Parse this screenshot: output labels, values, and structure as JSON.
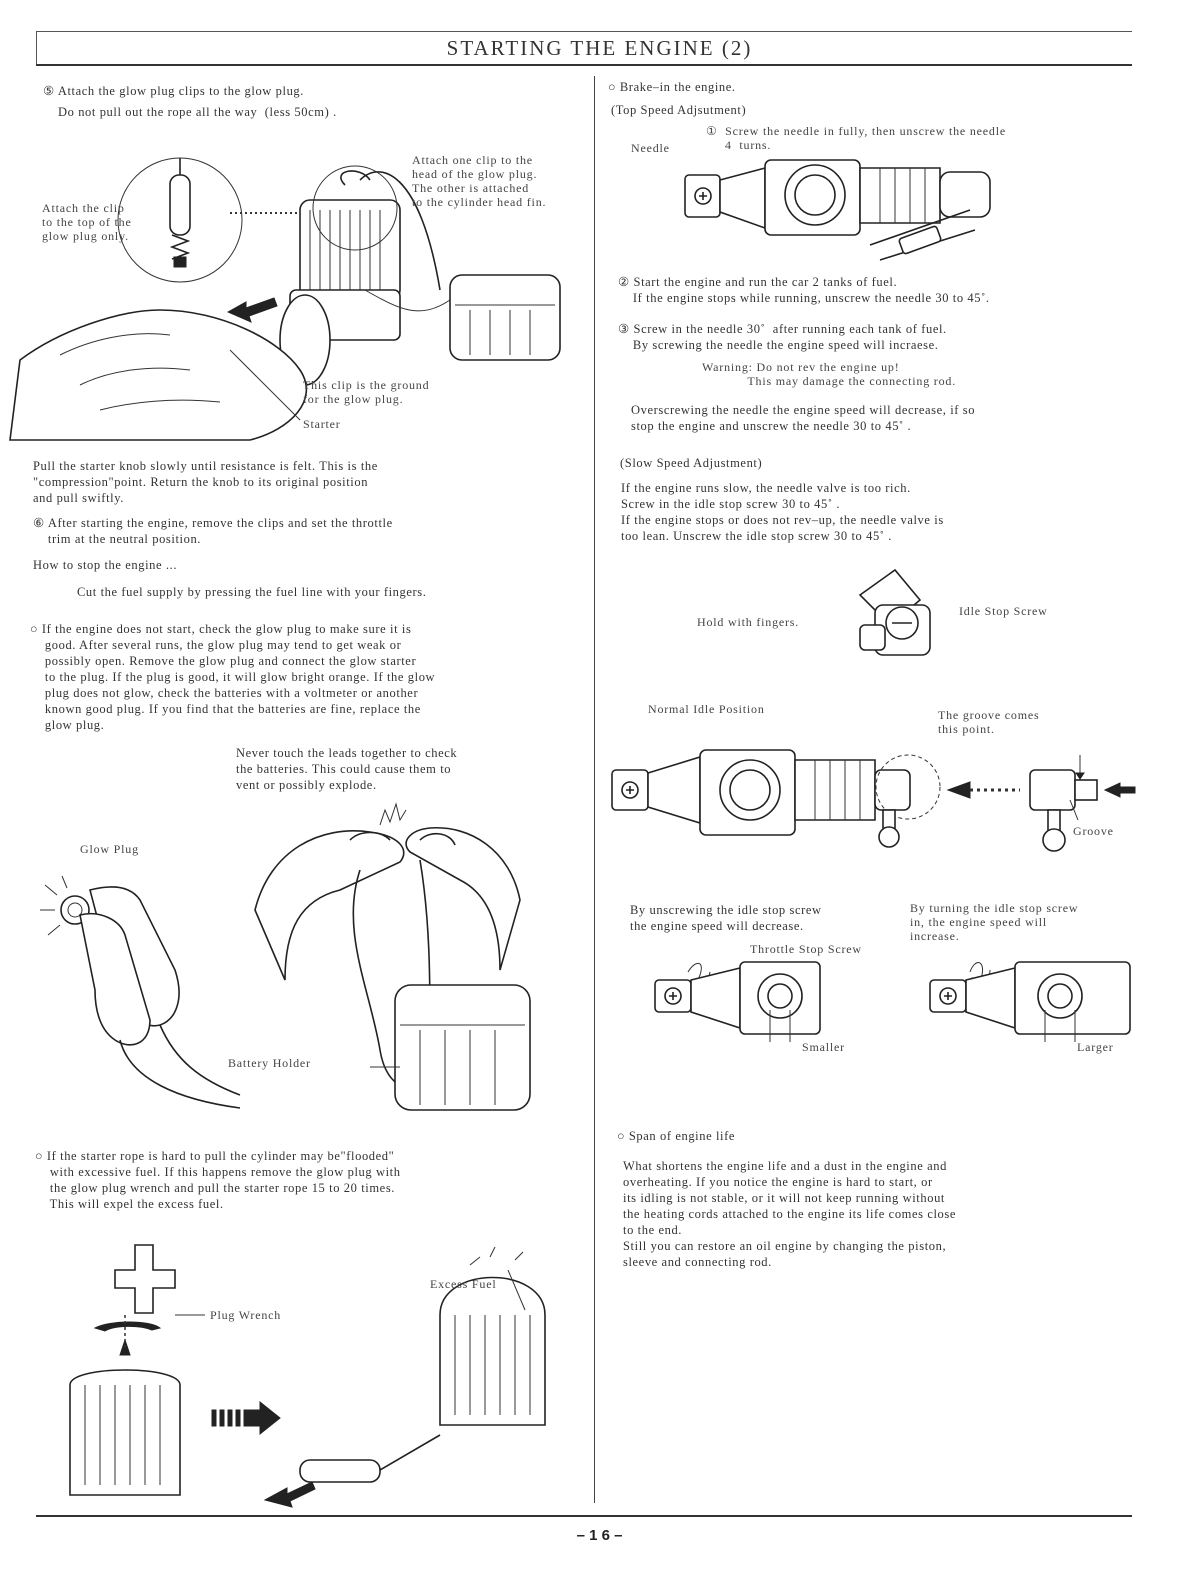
{
  "page_title": "STARTING THE ENGINE (2)",
  "page_number": "– 1 6 –",
  "left": {
    "step5_title": "⑤ Attach the glow plug clips to the glow plug.",
    "step5_sub": "Do not pull out the rope all the way  (less 50cm) .",
    "fig1": {
      "clip_top": "Attach the clip\nto the top of the\nglow plug only.",
      "clip_head": "Attach one clip to the\nhead of the glow plug.\nThe other is attached\nto the cylinder head fin.",
      "ground": "This clip is the ground\nfor the glow plug.",
      "starter": "Starter"
    },
    "pull_text": "Pull the starter knob slowly until resistance is felt. This is the\n\"compression\"point. Return the knob to its original position\nand pull swiftly.",
    "step6": "⑥ After starting the engine, remove the clips and set the throttle\n    trim at the neutral position.",
    "stop_title": "How to stop the engine ...",
    "stop_text": "Cut the fuel supply by pressing the fuel line with your fingers.",
    "no_start": "○ If the engine does not start, check the glow plug to make sure it is\n    good. After several runs, the glow plug may tend to get weak or\n    possibly open. Remove the glow plug and connect the glow starter\n    to the plug. If the plug is good, it will glow bright orange. If the glow\n    plug does not glow, check the batteries with a voltmeter or another\n    known good plug. If you find that the batteries are fine, replace the\n    glow plug.",
    "never_touch": "Never touch the leads together to check\nthe batteries. This could cause them to\nvent or possibly explode.",
    "glow_plug_label": "Glow Plug",
    "battery_holder_label": "Battery Holder",
    "flooded": "○ If the starter rope is hard to pull the cylinder may be\"flooded\"\n    with excessive fuel. If this happens remove the glow plug with\n    the glow plug wrench and pull the starter rope 15 to 20 times.\n    This will expel the excess fuel.",
    "excess_fuel_label": "Excess Fuel",
    "plug_wrench_label": "Plug Wrench"
  },
  "right": {
    "brake_in": "○ Brake–in the engine.",
    "top_speed_title": "(Top Speed Adjsutment)",
    "ts1": "①  Screw the needle in fully, then unscrew the needle\n     4  turns.",
    "needle_label": "Needle",
    "ts2": "② Start the engine and run the car 2 tanks of fuel.\n    If the engine stops while running, unscrew the needle 30 to 45˚.",
    "ts3": "③ Screw in the needle 30˚  after running each tank of fuel.\n    By screwing the needle the engine speed will incraese.",
    "warning": "Warning: Do not rev the engine up!\n            This may damage the connecting rod.",
    "overscrew": "Overscrewing the needle the engine speed will decrease, if so\nstop the engine and unscrew the needle 30 to 45˚ .",
    "slow_title": "(Slow Speed Adjustment)",
    "slow_text": "If the engine runs slow, the needle valve is too rich.\nScrew in the idle stop screw 30 to 45˚ .\nIf the engine stops or does not rev–up, the needle valve is\ntoo lean. Unscrew the idle stop screw 30 to 45˚ .",
    "hold_fingers": "Hold with fingers.",
    "idle_stop_screw": "Idle Stop Screw",
    "normal_idle": "Normal Idle Position",
    "groove_comes": "The groove comes\nthis point.",
    "groove": "Groove",
    "unscrew_text": "By unscrewing the idle stop screw\nthe engine speed will decrease.",
    "turn_text": "By turning the idle stop screw\nin, the engine speed will\nincrease.",
    "throttle_stop": "Throttle Stop Screw",
    "smaller": "Smaller",
    "larger": "Larger",
    "span_title": "○ Span of engine life",
    "span_text": "What shortens the engine life and a dust in the engine and\noverheating. If you notice the engine is hard to start, or\nits idling is not stable, or it will not keep running without\nthe heating cords attached to the engine its life comes close\nto the end.\nStill you can restore an oil engine by changing the piston,\nsleeve and connecting rod."
  }
}
